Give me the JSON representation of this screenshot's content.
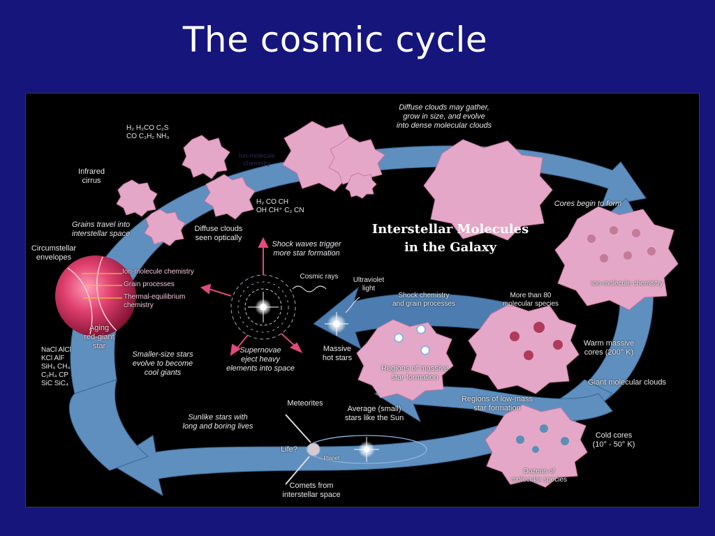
{
  "slide": {
    "title": "The cosmic cycle"
  },
  "figure": {
    "main_title": "Interstellar Molecules\nin the Galaxy",
    "labels": {
      "diffuse_clouds_gather": "Diffuse clouds may gather,\ngrow in size, and evolve\ninto dense molecular clouds",
      "ion_molecule_chemistry_top": "Ion-molecule\nchemistry",
      "molecules_top_left": "H₂ H₂CO C₂S\nCO C₃H₂ NH₃",
      "infrared_cirrus": "Infrared\ncirrus",
      "molecules_center": "H₂ CO CH\nOH CH⁺ C₂ CN",
      "grains_travel": "Grains travel into\ninterstellar space",
      "diffuse_clouds_optically": "Diffuse clouds\nseen optically",
      "circumstellar": "Circumstellar\nenvelopes",
      "shock_waves": "Shock waves trigger\nmore star formation",
      "ion_molecule_chemistry_star": "Ion-molecule chemistry",
      "grain_processes": "Grain processes",
      "thermal_equilibrium": "Thermal-equilibrium\nchemistry",
      "aging_red_giant": "Aging\nred-giant\nstar",
      "cosmic_rays": "Cosmic rays",
      "ultraviolet": "Ultraviolet\nlight",
      "cores_begin": "Cores begin to form",
      "shock_chemistry": "Shock chemistry\nand grain processes",
      "more_than_80": "More than 80\nmolecular species",
      "ion_molecule_chemistry_right": "Ion-molecule chemistry",
      "molecules_bottom_left": "NaCl AlCl\nKCl AlF\nSiH₄ CH₄\nC₂H₄ CP\nSiC SiC₄",
      "smaller_stars": "Smaller-size stars\nevolve to become\ncool giants",
      "supernovae": "Supernovae\neject heavy\nelements into space",
      "massive_hot_stars": "Massive\nhot stars",
      "regions_massive": "Regions of massive\nstar formation",
      "warm_massive_cores": "Warm massive\ncores (200° K)",
      "giant_molecular_clouds": "Giant molecular clouds",
      "regions_low_mass": "Regions of low-mass\nstar formation",
      "meteorites": "Meteorites",
      "average_stars": "Average (small)\nstars like the Sun",
      "sunlike_stars": "Sunlike stars with\nlong and boring lives",
      "life": "Life?",
      "planet": "Planet",
      "cold_cores": "Cold cores\n(10° - 50° K)",
      "dozens_species": "Dozens of\nmolecular species",
      "comets": "Comets from\ninterstellar space"
    }
  },
  "colors": {
    "slide_background": "#16157c",
    "cycle_band": "#5f8fbf",
    "cloud_pink": "#e5a7c7",
    "red_giant": "#e0406e",
    "core_red": "#b03a5a",
    "core_blue": "#5b8fb5"
  }
}
